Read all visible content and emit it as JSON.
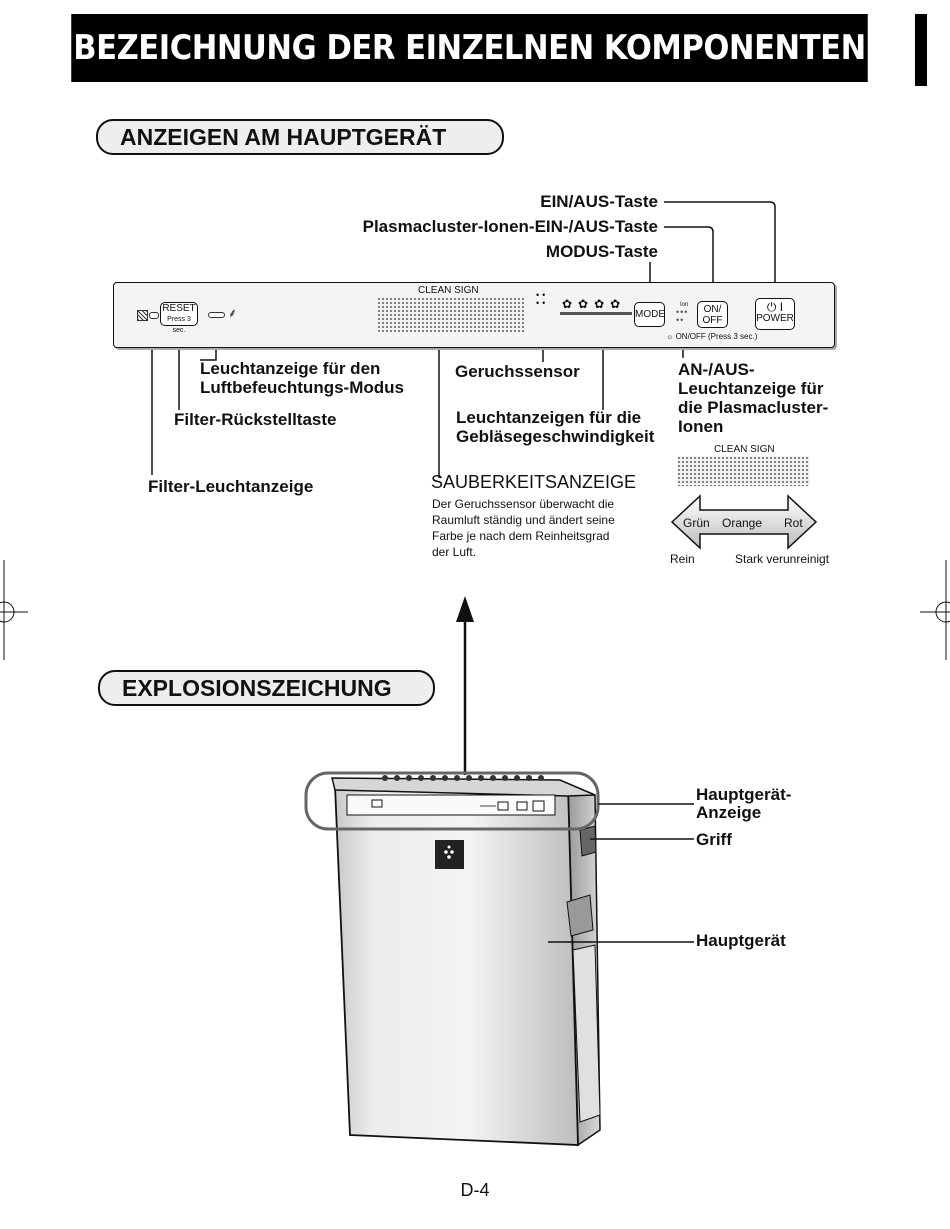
{
  "page_title": "BEZEICHNUNG DER EINZELNEN KOMPONENTEN",
  "section1_title": "ANZEIGEN AM HAUPTGERÄT",
  "section2_title": "EXPLOSIONSZEICHUNG",
  "panel": {
    "clean_sign": "CLEAN SIGN",
    "reset_line1": "RESET",
    "reset_line2": "Press 3 sec.",
    "mode": "MODE",
    "on_off_line1": "ON/",
    "on_off_line2": "OFF",
    "power": "POWER",
    "power_symbol": "⏻ I",
    "ion_small": "Ion",
    "onoff_press": "ON/OFF (Press 3 sec.)"
  },
  "callouts": {
    "ein_aus": "EIN/AUS-Taste",
    "plasmacluster_taste": "Plasmacluster-Ionen-EIN-/AUS-Taste",
    "modus": "MODUS-Taste",
    "luftbefeuchtung_1": "Leuchtanzeige für den",
    "luftbefeuchtung_2": "Luftbefeuchtungs-Modus",
    "geruchssensor": "Geruchssensor",
    "an_aus_1": "AN-/AUS-",
    "an_aus_2": "Leuchtanzeige für",
    "an_aus_3": "die Plasmacluster-",
    "an_aus_4": "Ionen",
    "filter_reset": "Filter-Rückstelltaste",
    "geblaese_1": "Leuchtanzeigen für die",
    "geblaese_2": "Gebläsegeschwindigkeit",
    "filter_leucht": "Filter-Leuchtanzeige",
    "sauberkeit_title": "SAUBERKEITSANZEIGE",
    "sauberkeit_text_1": "Der Geruchssensor überwacht die",
    "sauberkeit_text_2": "Raumluft ständig und ändert seine",
    "sauberkeit_text_3": "Farbe je nach dem Reinheitsgrad",
    "sauberkeit_text_4": "der Luft."
  },
  "clean_scale": {
    "label": "CLEAN SIGN",
    "green": "Grün",
    "orange": "Orange",
    "red": "Rot",
    "rein": "Rein",
    "stark": "Stark verunreinigt"
  },
  "device_callouts": {
    "anzeige_1": "Hauptgerät-",
    "anzeige_2": "Anzeige",
    "griff": "Griff",
    "hauptgeraet": "Hauptgerät"
  },
  "page_number": "D-4"
}
